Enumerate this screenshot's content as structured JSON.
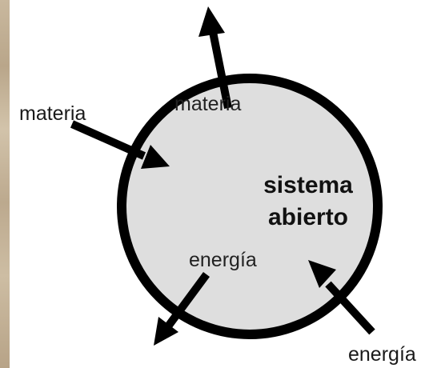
{
  "diagram": {
    "system_title_line1": "sistema",
    "system_title_line2": "abierto",
    "labels": {
      "materia_outside": "materia",
      "materia_inside": "materia",
      "energia_inside": "energía",
      "energia_outside": "energía"
    },
    "colors": {
      "circle_fill": "#dedede",
      "circle_stroke": "#000000",
      "arrow": "#000000",
      "background": "#ffffff"
    }
  }
}
